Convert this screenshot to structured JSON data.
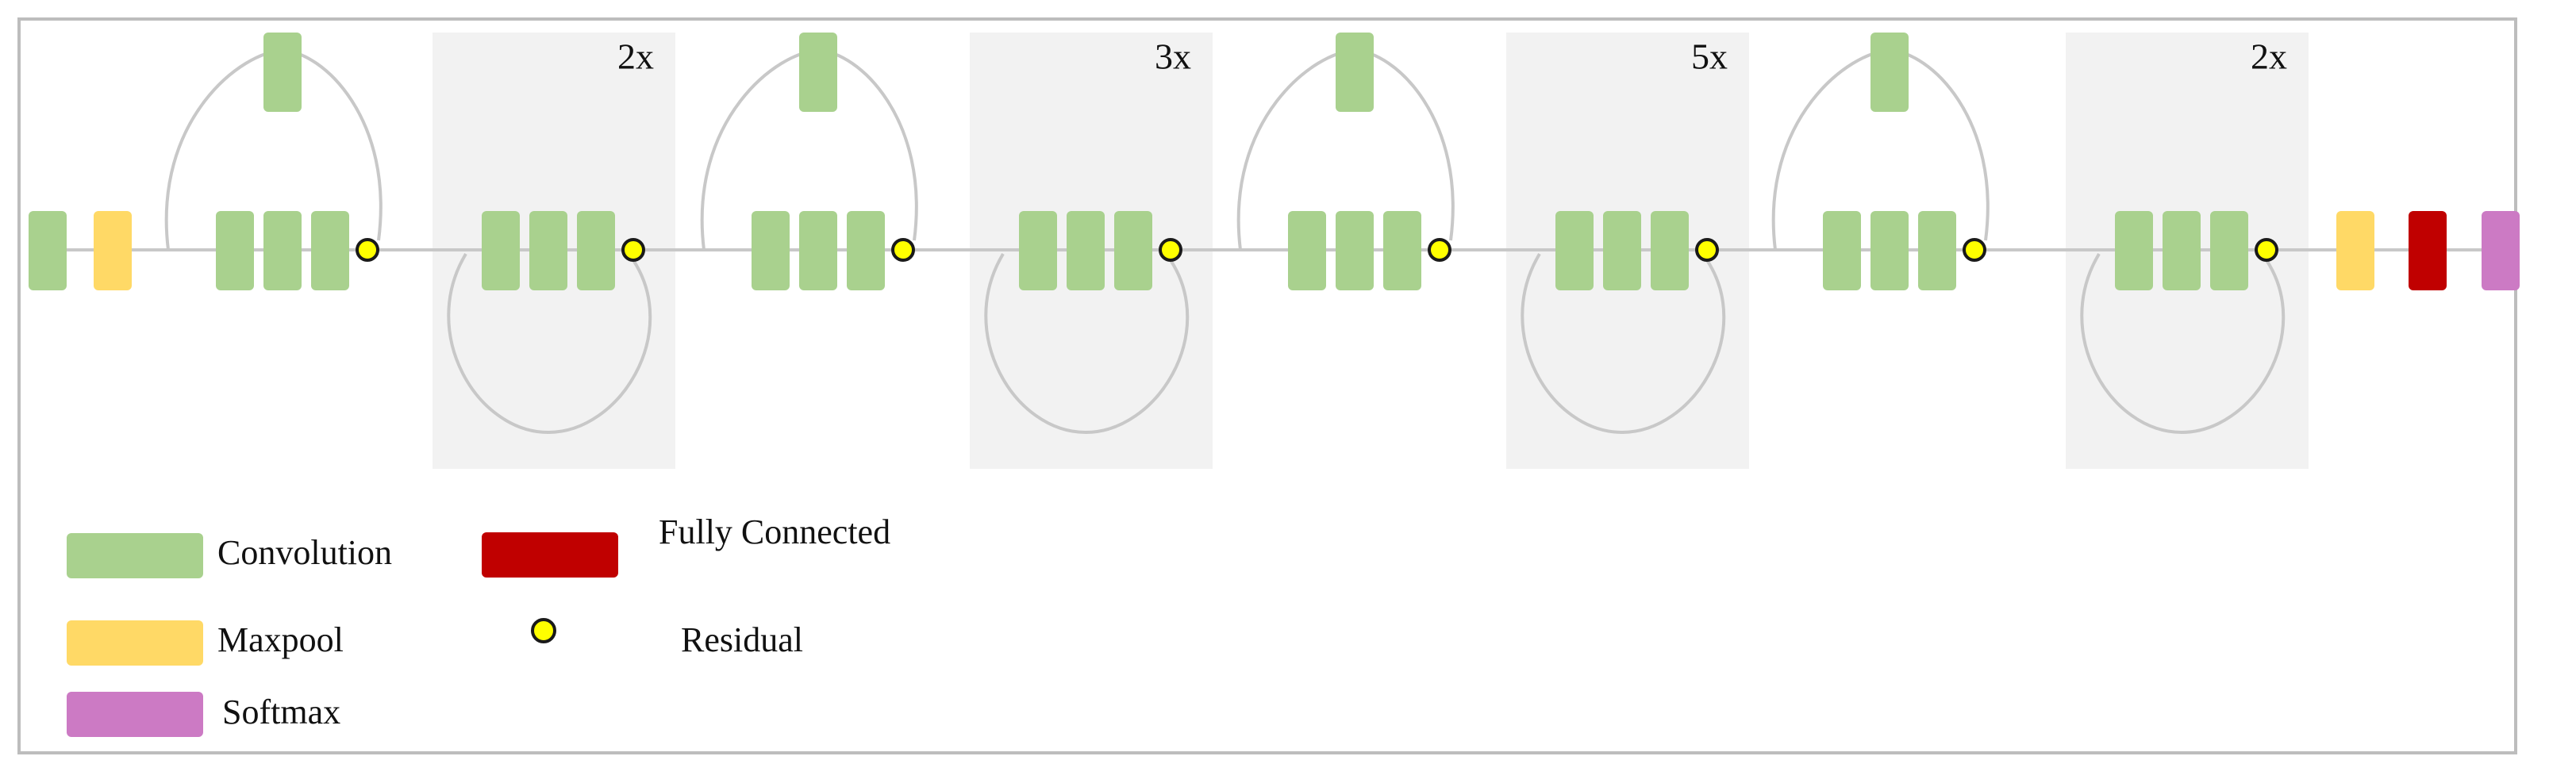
{
  "colors": {
    "convolution": "#a9d18e",
    "maxpool": "#ffd966",
    "softmax": "#cc7ac4",
    "fully_connected": "#c00000",
    "residual_fill": "#ffff00",
    "residual_stroke": "#1a1a1a",
    "connector": "#c8c8c8",
    "group_bg": "#f2f2f2",
    "frame": "#bdbdbd",
    "text": "#111111"
  },
  "diagram": {
    "input_conv": {
      "type": "convolution"
    },
    "input_pool": {
      "type": "maxpool"
    },
    "stages": [
      {
        "block": {
          "skip": "convolution",
          "layers": [
            "convolution",
            "convolution",
            "convolution"
          ],
          "residual": true
        },
        "repeat": {
          "label": "2x",
          "layers": [
            "convolution",
            "convolution",
            "convolution"
          ],
          "residual": true
        }
      },
      {
        "block": {
          "skip": "convolution",
          "layers": [
            "convolution",
            "convolution",
            "convolution"
          ],
          "residual": true
        },
        "repeat": {
          "label": "3x",
          "layers": [
            "convolution",
            "convolution",
            "convolution"
          ],
          "residual": true
        }
      },
      {
        "block": {
          "skip": "convolution",
          "layers": [
            "convolution",
            "convolution",
            "convolution"
          ],
          "residual": true
        },
        "repeat": {
          "label": "5x",
          "layers": [
            "convolution",
            "convolution",
            "convolution"
          ],
          "residual": true
        }
      },
      {
        "block": {
          "skip": "convolution",
          "layers": [
            "convolution",
            "convolution",
            "convolution"
          ],
          "residual": true
        },
        "repeat": {
          "label": "2x",
          "layers": [
            "convolution",
            "convolution",
            "convolution"
          ],
          "residual": true
        }
      }
    ],
    "output_layers": [
      "maxpool",
      "fully_connected",
      "softmax"
    ]
  },
  "legend": {
    "convolution": "Convolution",
    "maxpool": "Maxpool",
    "softmax": "Softmax",
    "fully_connected": "Fully Connected",
    "residual": "Residual"
  }
}
